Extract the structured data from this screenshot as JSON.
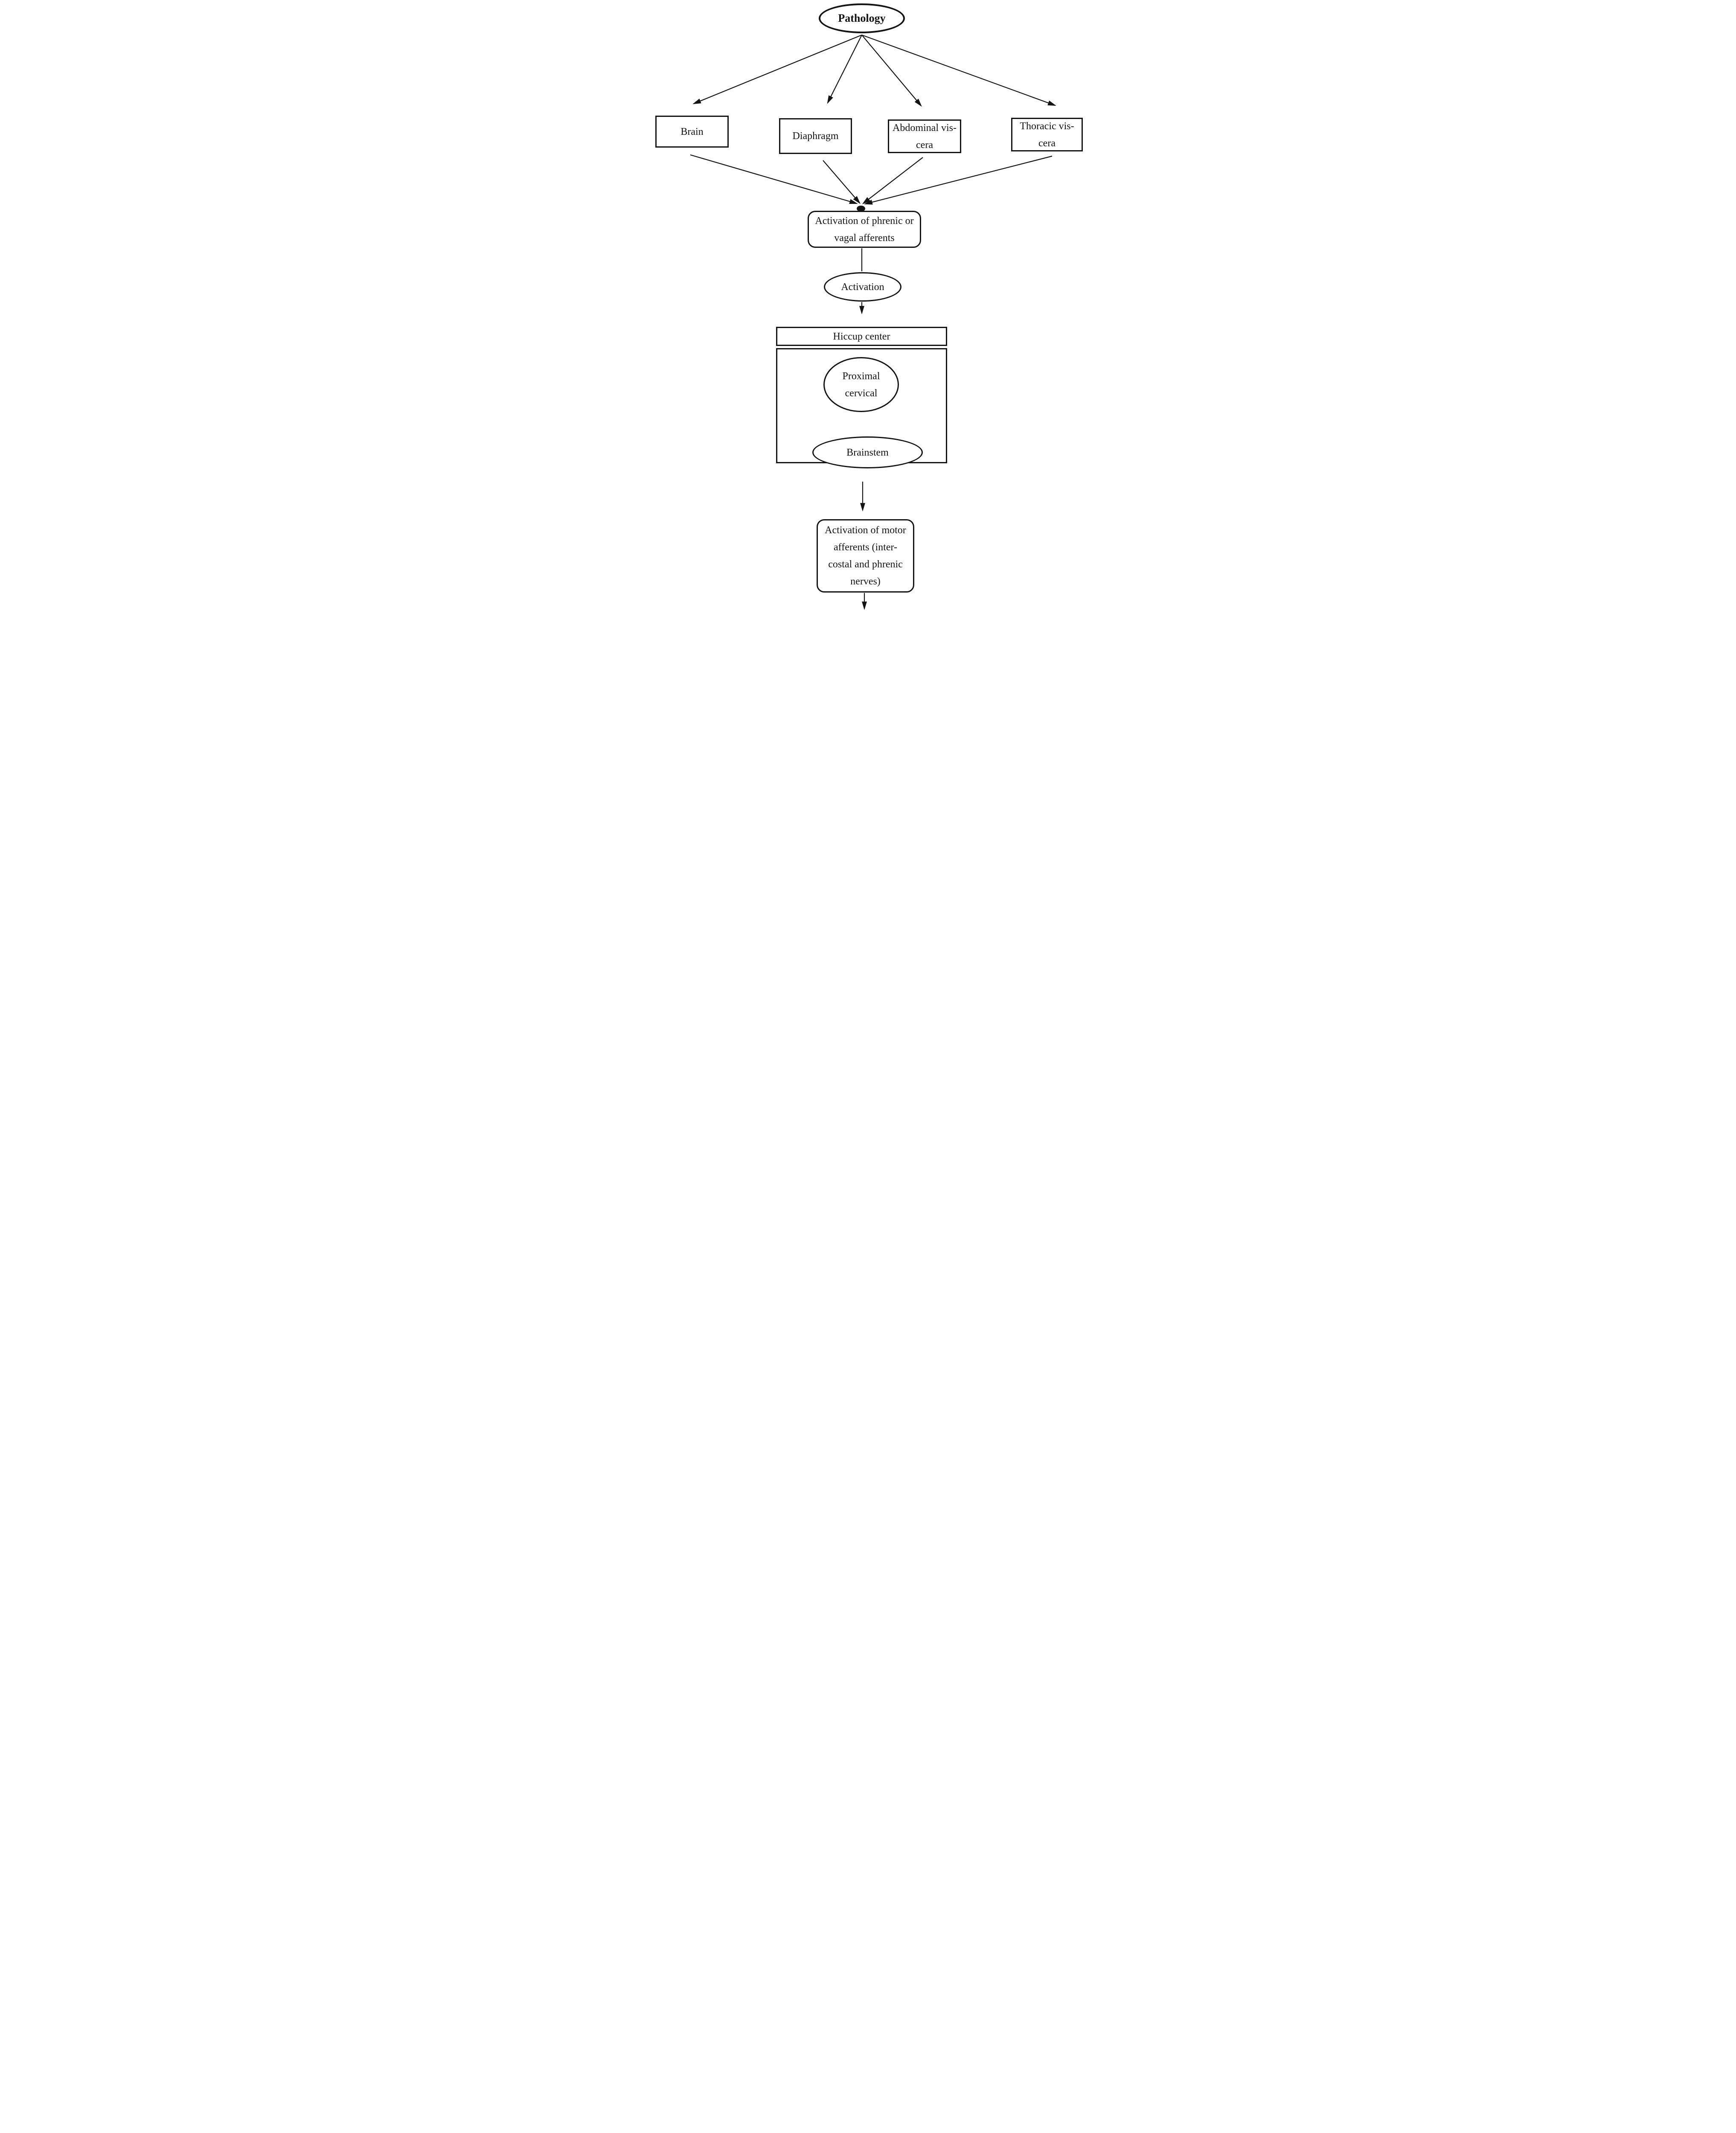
{
  "colors": {
    "ink": "#141414",
    "background": "#ffffff"
  },
  "nodes": {
    "pathology": {
      "label": "Pathology"
    },
    "brain": {
      "label": "Brain"
    },
    "diaphragm": {
      "label": "Diaphragm"
    },
    "abdominal_viscera": {
      "label": "Abdominal vis-\ncera"
    },
    "thoracic_viscera": {
      "label": "Thoracic vis-\ncera"
    },
    "phrenic_vagal_afferents": {
      "label": "Activation of phrenic or\nvagal afferents"
    },
    "activation": {
      "label": "Activation"
    },
    "hiccup_center": {
      "label": "Hiccup center"
    },
    "proximal_cervical": {
      "label": "Proximal\ncervical"
    },
    "brainstem": {
      "label": "Brainstem"
    },
    "motor_afferents": {
      "label": "Activation of motor\nafferents (inter-\ncostal and phrenic\nnerves)"
    }
  },
  "edges": [
    {
      "from": "pathology",
      "to": "brain",
      "arrow": true
    },
    {
      "from": "pathology",
      "to": "diaphragm",
      "arrow": true
    },
    {
      "from": "pathology",
      "to": "abdominal_viscera",
      "arrow": true
    },
    {
      "from": "pathology",
      "to": "thoracic_viscera",
      "arrow": true
    },
    {
      "from": "brain",
      "to": "junction_dot",
      "arrow": true
    },
    {
      "from": "diaphragm",
      "to": "junction_dot",
      "arrow": true
    },
    {
      "from": "abdominal_viscera",
      "to": "junction_dot",
      "arrow": true
    },
    {
      "from": "thoracic_viscera",
      "to": "junction_dot",
      "arrow": true
    },
    {
      "from": "phrenic_vagal_afferents",
      "to": "activation",
      "arrow": false
    },
    {
      "from": "activation",
      "to": "hiccup_center",
      "arrow": true
    },
    {
      "from": "hiccup_center",
      "to": "motor_afferents",
      "arrow": true
    },
    {
      "from": "motor_afferents",
      "to": "below",
      "arrow": true
    }
  ]
}
